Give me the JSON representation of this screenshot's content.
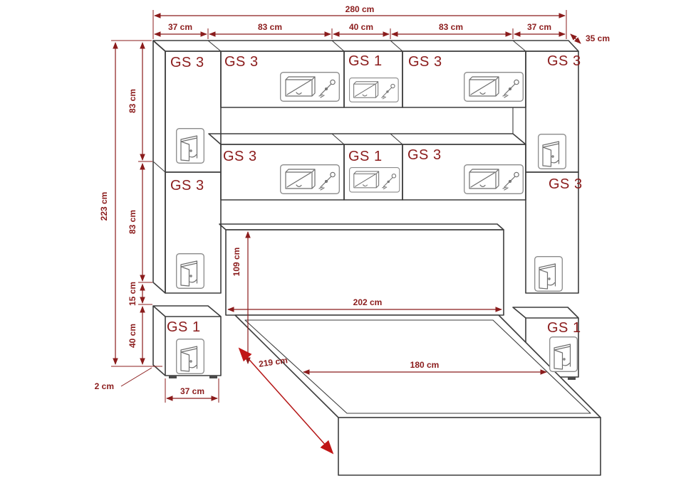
{
  "diagram": {
    "type": "furniture-dimension-drawing",
    "subject": "Bedroom bridge wall unit with overhead cabinets, side columns and double bed",
    "units": "cm",
    "colors": {
      "outline": "#3d3d3d",
      "dimension": "#8b1c1c",
      "background": "#ffffff"
    }
  },
  "dims": {
    "total_width": "280 cm",
    "top_segments": [
      "37 cm",
      "83 cm",
      "40 cm",
      "83 cm",
      "37 cm"
    ],
    "depth": "35 cm",
    "total_height": "223 cm",
    "left_segments": [
      "83 cm",
      "83 cm",
      "15 cm",
      "40 cm"
    ],
    "headboard_height": "109 cm",
    "headboard_width": "202 cm",
    "bed_length": "219 cm",
    "bed_width": "180 cm",
    "floor_gap": "2 cm",
    "bottom_cabinet_width": "37 cm"
  },
  "cabinets": {
    "left_top": "GS 3",
    "left_middle": "GS 3",
    "left_bottom": "GS 1",
    "top_row": [
      "GS 3",
      "GS 1",
      "GS 3"
    ],
    "middle_row": [
      "GS 3",
      "GS 1",
      "GS 3"
    ],
    "right_top": "GS 3",
    "right_middle": "GS 3",
    "right_bottom": "GS 1"
  },
  "icons": {
    "lift_up_door": "lift-up-door-mechanism-icon",
    "hinged_door": "hinged-door-icon"
  }
}
